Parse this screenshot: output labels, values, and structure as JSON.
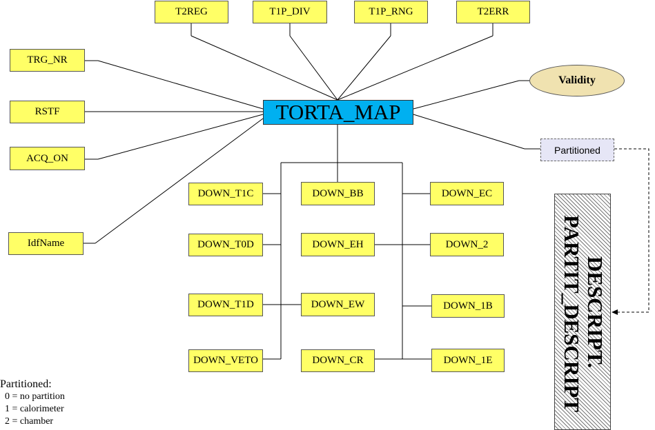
{
  "diagram": {
    "main": "TORTA_MAP",
    "top_nodes": [
      "T2REG",
      "T1P_DIV",
      "T1P_RNG",
      "T2ERR"
    ],
    "left_nodes": [
      "TRG_NR",
      "RSTF",
      "ACQ_ON",
      "IdfName"
    ],
    "validity": "Validity",
    "partitioned": "Partitioned",
    "down_left": [
      "DOWN_T1C",
      "DOWN_T0D",
      "DOWN_T1D",
      "DOWN_VETO"
    ],
    "down_mid": [
      "DOWN_BB",
      "DOWN_EH",
      "DOWN_EW",
      "DOWN_CR"
    ],
    "down_right": [
      "DOWN_EC",
      "DOWN_2",
      "DOWN_1B",
      "DOWN_1E"
    ],
    "descript_outer": "DESCRIPT.",
    "descript_inner": "PARTIT_DESCRIPT"
  },
  "legend": {
    "title": "Partitioned:",
    "items": [
      "0 = no partition",
      "1 = calorimeter",
      "2 = chamber"
    ]
  }
}
